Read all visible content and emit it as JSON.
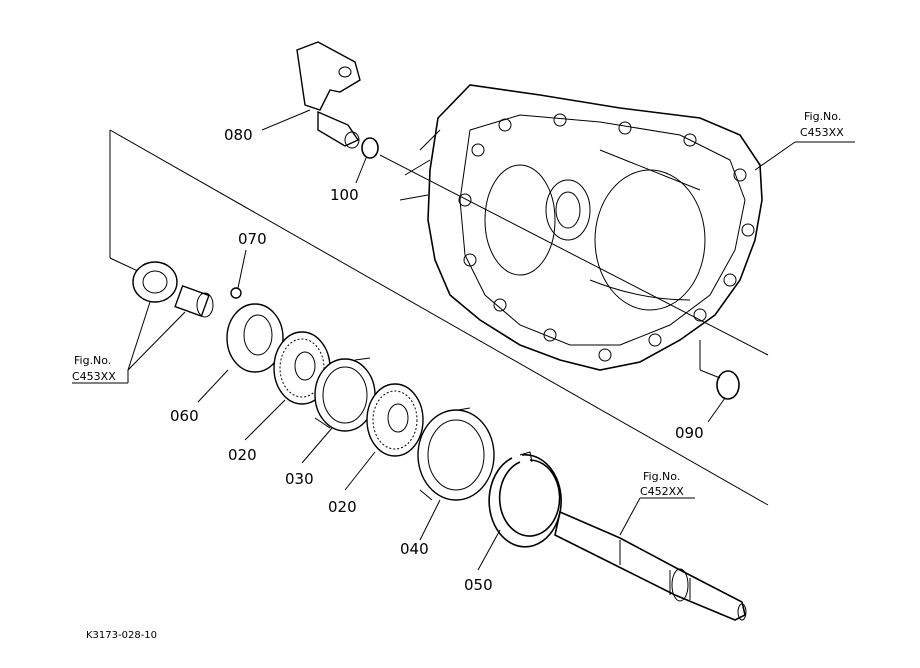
{
  "parts": {
    "p080": "080",
    "p100": "100",
    "p070": "070",
    "p060": "060",
    "p020a": "020",
    "p030": "030",
    "p020b": "020",
    "p040": "040",
    "p050": "050",
    "p090": "090"
  },
  "figrefs": {
    "housing": {
      "line1": "Fig.No.",
      "line2": "C453XX"
    },
    "bearing": {
      "line1": "Fig.No.",
      "line2": "C453XX"
    },
    "shaft": {
      "line1": "Fig.No.",
      "line2": "C452XX"
    }
  },
  "drawing_code": "K3173-028-10"
}
